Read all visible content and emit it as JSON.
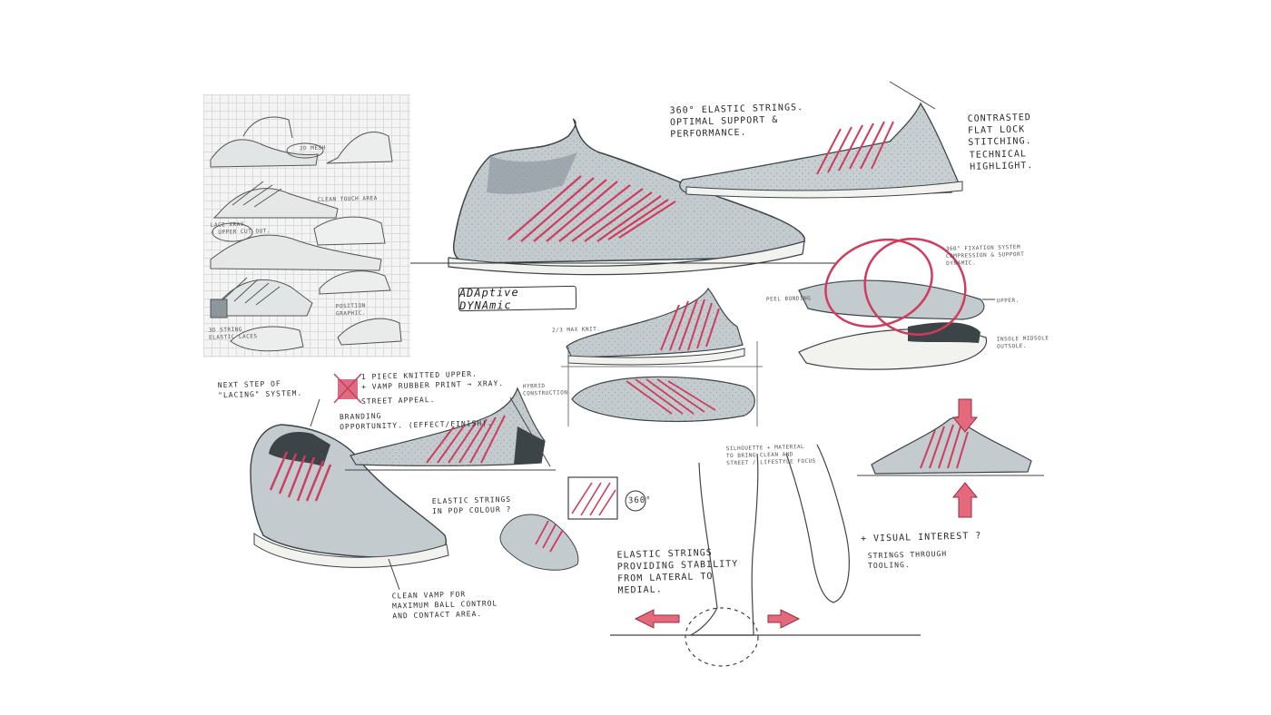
{
  "title": "ADAptive DYNAmic",
  "palette": {
    "upper": "#c3cbcf",
    "upper_dark": "#9ea8ad",
    "strings": "#cf3c5c",
    "ink": "#2b2b2b",
    "sole": "#f2f2ee"
  },
  "annotations": {
    "elastic_strings": "360° ELASTIC STRINGS.\nOPTIMAL SUPPORT &\nPERFORMANCE.",
    "contrasted": "CONTRASTED\nFLAT LOCK\nSTITCHING.",
    "technical": "TECHNICAL\nHIGHLIGHT.",
    "fixation": "360° FIXATION SYSTEM\nCOMPRESSION & SUPPORT\nDYNAMIC.",
    "peel_bonding": "PEEL BONDING",
    "upper_label": "UPPER.",
    "midsole_label": "INSOLE MIDSOLE\nOUTSOLE.",
    "knit_ratio": "2/3 MAX KNIT.",
    "next_step": "NEXT STEP OF\n\"LACING\" SYSTEM.",
    "one_piece": "1 PIECE KNITTED UPPER.\n+ VAMP RUBBER PRINT → XRAY.",
    "street_appeal": "STREET APPEAL.",
    "hybrid": "HYBRID\nCONSTRUCTION",
    "branding": "BRANDING\nOPPORTUNITY. (EFFECT/FINISH).",
    "elastic_colour": "ELASTIC STRINGS\nIN POP COLOUR ?",
    "silhouette": "SILHOUETTE + MATERIAL\nTO BRING CLEAN AND\nSTREET / LIFESTYLE FOCUS",
    "clean_vamp": "CLEAN VAMP FOR\nMAXIMUM BALL CONTROL\nAND CONTACT AREA.",
    "stability": "ELASTIC STRINGS\nPROVIDING STABILITY\nFROM LATERAL TO\nMEDIAL.",
    "visual_interest": "+ VISUAL INTEREST ?",
    "through_tooling": "STRINGS THROUGH\nTOOLING.",
    "badge_360": "360°",
    "sketch_2d_mesh": "2D MESH",
    "sketch_clean_touch": "CLEAN TOUCH AREA",
    "sketch_lace": "LACE XRAY.\n+ UPPER CUT OUT.",
    "sketch_position": "POSITION\nGRAPHIC.",
    "sketch_strings": "3D STRING\nELASTIC LACES"
  }
}
